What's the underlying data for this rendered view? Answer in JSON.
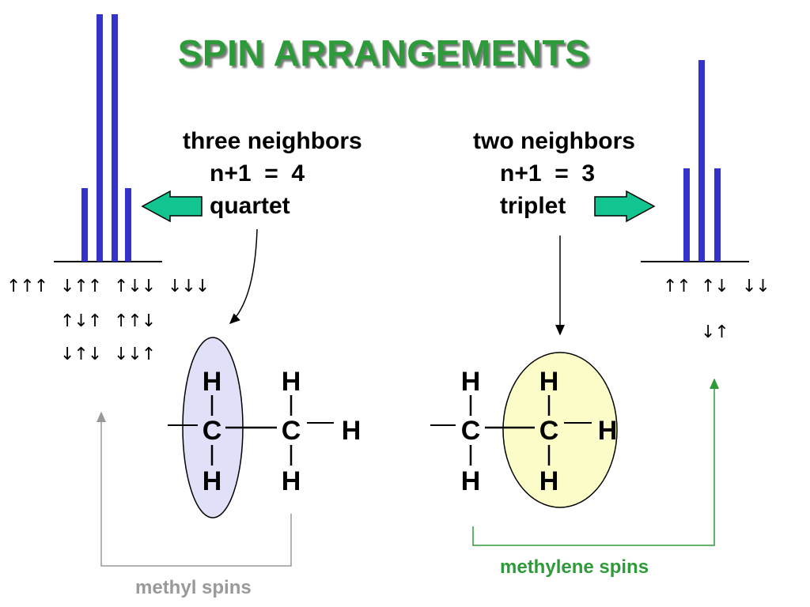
{
  "title": "SPIN ARRANGEMENTS",
  "left": {
    "line1": "three neighbors",
    "line2": "n+1  =  4",
    "line3": "quartet",
    "spins": [
      "↑↑↑",
      "↓↑↑",
      "↑↓↓",
      "↓↓↓",
      "↑↓↑",
      "↑↑↓",
      "↓↑↓",
      "↓↓↑"
    ],
    "legend": "methyl spins"
  },
  "right": {
    "line1": "two neighbors",
    "line2": "n+1  =  3",
    "line3": "triplet",
    "spins": [
      "↑↑",
      "↑↓",
      "↓↓",
      "↓↑"
    ],
    "legend": "methylene spins"
  },
  "atoms": {
    "h": "H",
    "c": "C"
  },
  "colors": {
    "title": "#2e9b3a",
    "peaks": "#3333cc",
    "arrow_fill": "#12c490",
    "methyl_ellipse": "#e0e0f8",
    "methylene_ellipse": "#fcfcc8",
    "methyl_legend": "#999999",
    "methylene_legend": "#2e9b3a"
  }
}
